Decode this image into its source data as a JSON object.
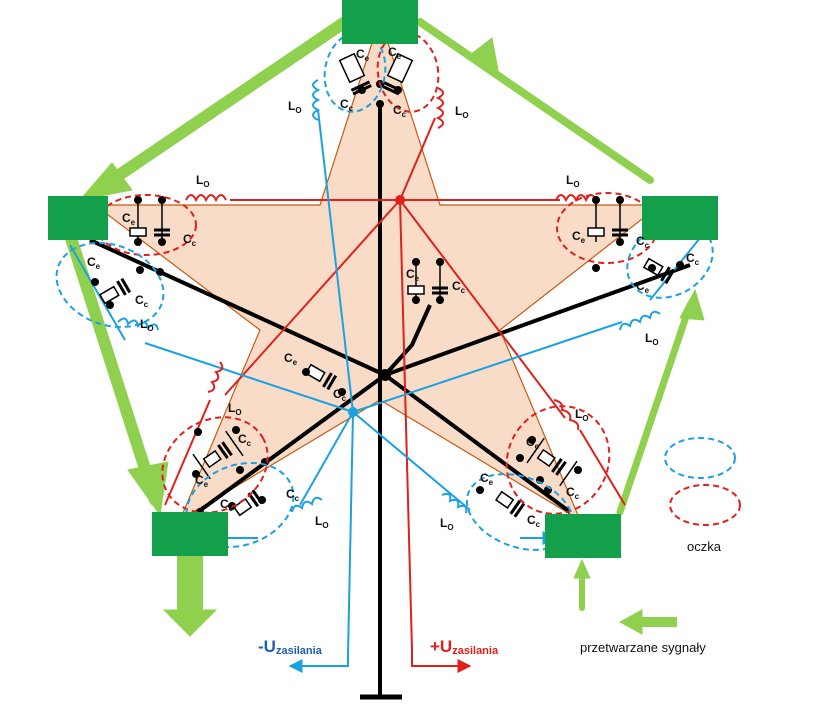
{
  "labels": {
    "lo": "L",
    "lo_sub": "O",
    "ce": "C",
    "ce_sub": "e",
    "cc": "C",
    "cc_sub": "c"
  },
  "supply": {
    "neg_prefix": "-U",
    "neg_sub": "zasilania",
    "pos_prefix": "+U",
    "pos_sub": "zasilania"
  },
  "legend": {
    "loop_label": "oczka",
    "signals_label": "przetwarzane sygnały"
  },
  "colors": {
    "node_green": "#14a04a",
    "signal_arrow": "#8fd14f",
    "star_fill": "#f8dcc8",
    "star_outline": "#c55a11",
    "positive_supply": "#e0201b",
    "negative_supply": "#1ba1e2",
    "ground_wire": "#000000"
  }
}
